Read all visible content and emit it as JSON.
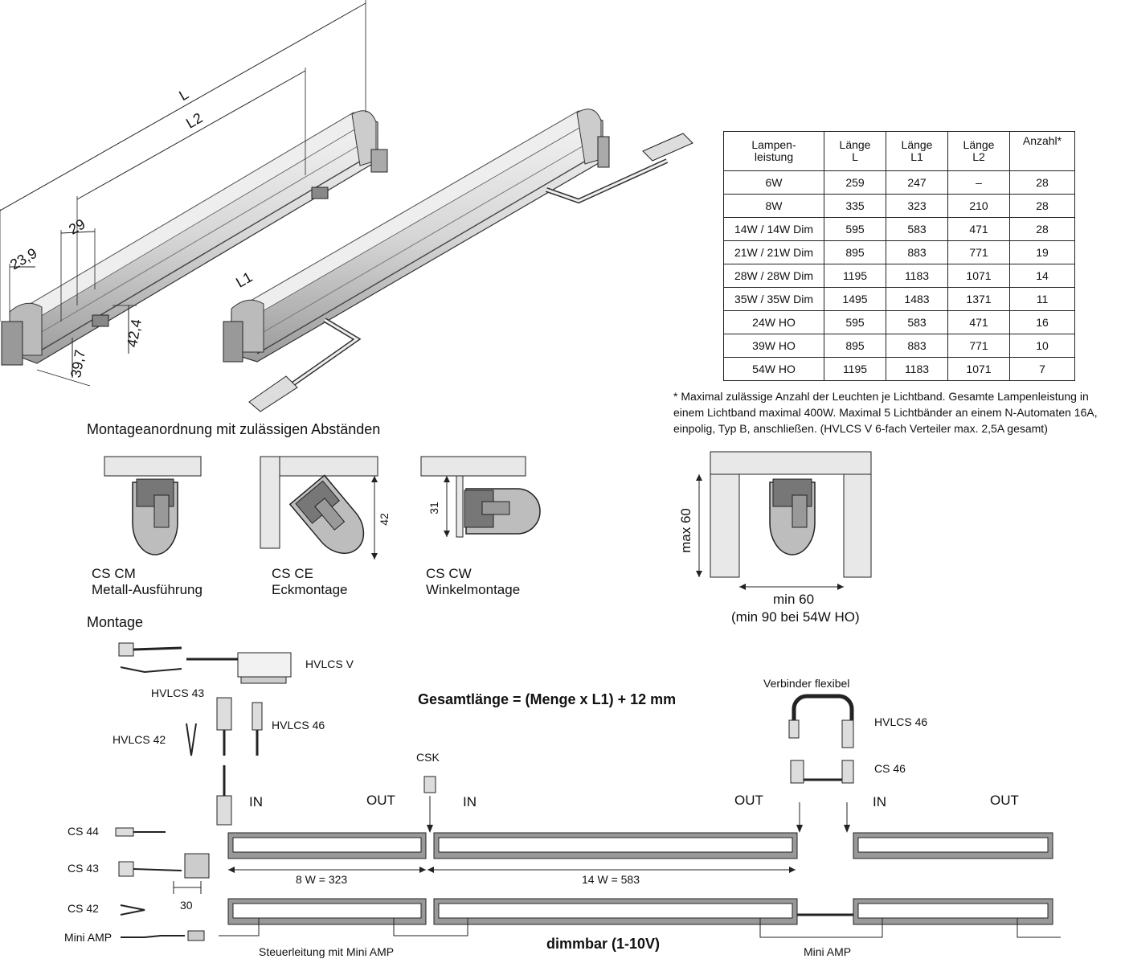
{
  "perspective": {
    "dim_L": "L",
    "dim_L2": "L2",
    "dim_L1": "L1",
    "dim_29": "29",
    "dim_23_9": "23,9",
    "dim_42_4": "42,4",
    "dim_39_7": "39,7"
  },
  "table": {
    "headers": [
      "Lampen-\nleistung",
      "Länge\nL",
      "Länge\nL1",
      "Länge\nL2",
      "Anzahl*"
    ],
    "rows": [
      [
        "6W",
        "259",
        "247",
        "–",
        "28"
      ],
      [
        "8W",
        "335",
        "323",
        "210",
        "28"
      ],
      [
        "14W / 14W Dim",
        "595",
        "583",
        "471",
        "28"
      ],
      [
        "21W / 21W Dim",
        "895",
        "883",
        "771",
        "19"
      ],
      [
        "28W / 28W Dim",
        "1195",
        "1183",
        "1071",
        "14"
      ],
      [
        "35W / 35W Dim",
        "1495",
        "1483",
        "1371",
        "11"
      ],
      [
        "24W HO",
        "595",
        "583",
        "471",
        "16"
      ],
      [
        "39W HO",
        "895",
        "883",
        "771",
        "10"
      ],
      [
        "54W HO",
        "1195",
        "1183",
        "1071",
        "7"
      ]
    ],
    "footnote": "* Maximal zulässige Anzahl der Leuchten je Lichtband. Gesamte Lampenleistung in einem Lichtband maximal 400W. Maximal 5 Lichtbänder an einem N-Automaten 16A, einpolig, Typ B, anschließen. (HVLCS V 6-fach Verteiler max. 2,5A gesamt)"
  },
  "mounting": {
    "heading": "Montageanordnung mit zulässigen Abständen",
    "cm_title": "CS CM",
    "cm_sub": "Metall-Ausführung",
    "ce_title": "CS CE",
    "ce_sub": "Eckmontage",
    "ce_dim": "42",
    "cw_title": "CS CW",
    "cw_sub": "Winkelmontage",
    "cw_dim": "31",
    "gap_max": "max 60",
    "gap_min": "min 60",
    "gap_min_note": "(min 90 bei 54W HO)"
  },
  "montage": {
    "heading": "Montage",
    "hvlcs_v": "HVLCS V",
    "hvlcs_43": "HVLCS 43",
    "hvlcs_42": "HVLCS 42",
    "hvlcs_46_left": "HVLCS 46",
    "formula": "Gesamtlänge = (Menge x L1) + 12 mm",
    "verbinder": "Verbinder flexibel",
    "hvlcs_46_right": "HVLCS 46",
    "cs46": "CS 46",
    "csk": "CSK",
    "in1": "IN",
    "out1": "OUT",
    "in2": "IN",
    "out2": "OUT",
    "in3": "IN",
    "out3": "OUT",
    "cs44": "CS 44",
    "cs43": "CS 43",
    "cs42": "CS 42",
    "miniamp_left": "Mini AMP",
    "dim_30": "30",
    "dim_8w": "8 W = 323",
    "dim_14w": "14 W = 583",
    "steuer": "Steuerleitung mit Mini AMP",
    "dimmbar": "dimmbar (1-10V)",
    "miniamp_right": "Mini AMP"
  }
}
